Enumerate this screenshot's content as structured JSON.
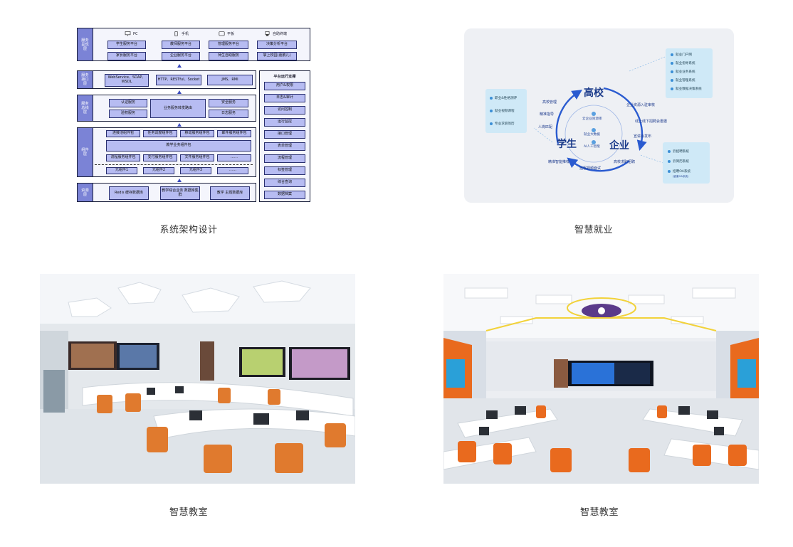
{
  "captions": {
    "arch": "系统架构设计",
    "employment": "智慧就业",
    "classroom1": "智慧教室",
    "classroom2": "智慧教室"
  },
  "arch": {
    "layers": {
      "presentation": "服务呈现层",
      "interface": "服务接口层",
      "service": "服务总线层",
      "component": "组件层",
      "resource": "资源层"
    },
    "devices": [
      "PC",
      "手机",
      "平板",
      "自助终端"
    ],
    "platforms": [
      "学生服务平台",
      "教师服务平台",
      "管理服务平台",
      "决策分析平台",
      "家长服务平台",
      "企业服务平台",
      "师生自助服务",
      "掌上校园(嘉鹏儿)"
    ],
    "interfaces": [
      "WebService、SOAP、WSDL",
      "HTTP、RESTful、Socket",
      "JMS、RMI"
    ],
    "services": {
      "auth": "认证服务",
      "verify": "验权服务",
      "bus": "业务服务转发路由",
      "security": "安全服务",
      "log": "日志服务"
    },
    "components": {
      "row1": [
        "连接池组件包",
        "任务调度组件包",
        "移动服务组件包",
        "邮件服务组件包"
      ],
      "teaching": "教学业务组件包",
      "row3": [
        "流程服务组件包",
        "支付服务组件包",
        "文件服务组件包",
        "……"
      ],
      "row4": [
        "元组件1",
        "元组件2",
        "元组件3",
        "……"
      ]
    },
    "resources": [
      "Redis 缓存数据库",
      "教学综合业务 数据库集群",
      "教学 主题数据库"
    ],
    "support": {
      "title": "平台运行支撑",
      "items": [
        "用户&权限",
        "日志&审计",
        "访问控制",
        "运行监控",
        "接口管理",
        "表单管理",
        "流程管理",
        "标签管理",
        "综合查询",
        "数据档案"
      ]
    }
  },
  "employment": {
    "nodes": {
      "school": "高校",
      "student": "学生",
      "enterprise": "企业"
    },
    "left_panel": [
      "职业&性格测评",
      "就业视频课程",
      "专业求职简历"
    ],
    "top_panel": [
      "就业门户网",
      "就业指导系统",
      "就业业务系统",
      "就业管理系统",
      "就业数据决策系统"
    ],
    "bottom_panel": [
      "云招聘系统",
      "云简历系统",
      "招聘OA系统"
    ],
    "bottom_panel_note": "(嵌套OA系统)",
    "center": [
      "云企业资源库",
      "就业大数据",
      "AI人工智能"
    ],
    "ring_labels": [
      "企业资源入驻审核",
      "线上线下招聘会邀邀",
      "宣讲会发布",
      "高校求职招聘",
      "远程视频面试",
      "精准智能推荐",
      "人岗匹配",
      "精准指导",
      "高校管理"
    ]
  },
  "colors": {
    "accent": "#1a3a8a",
    "arch_box": "#b7bcf2",
    "arch_side": "#7b83d6"
  }
}
